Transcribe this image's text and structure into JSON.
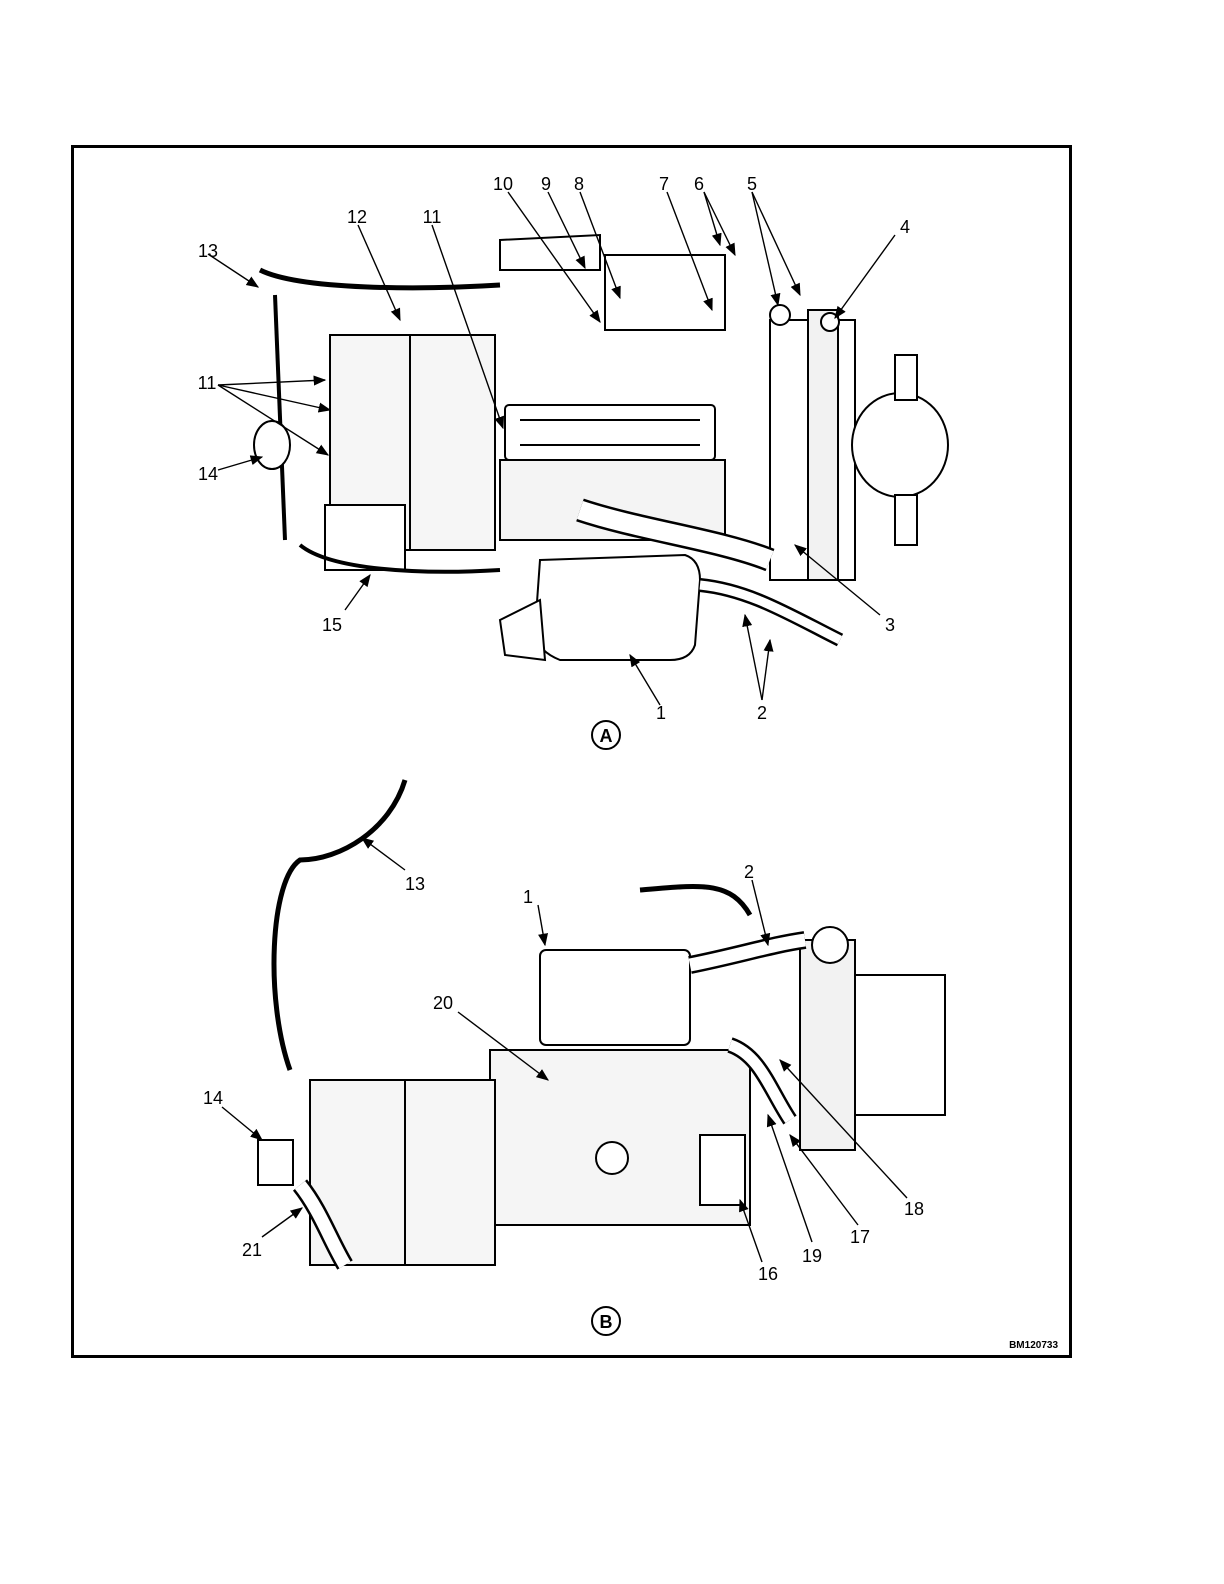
{
  "figure_id": "BM120733",
  "views": [
    {
      "label": "A",
      "callouts": [
        "1",
        "2",
        "3",
        "4",
        "5",
        "6",
        "7",
        "8",
        "9",
        "10",
        "11",
        "11",
        "12",
        "13",
        "14",
        "15"
      ]
    },
    {
      "label": "B",
      "callouts": [
        "1",
        "2",
        "13",
        "14",
        "16",
        "17",
        "18",
        "19",
        "20",
        "21"
      ]
    }
  ]
}
